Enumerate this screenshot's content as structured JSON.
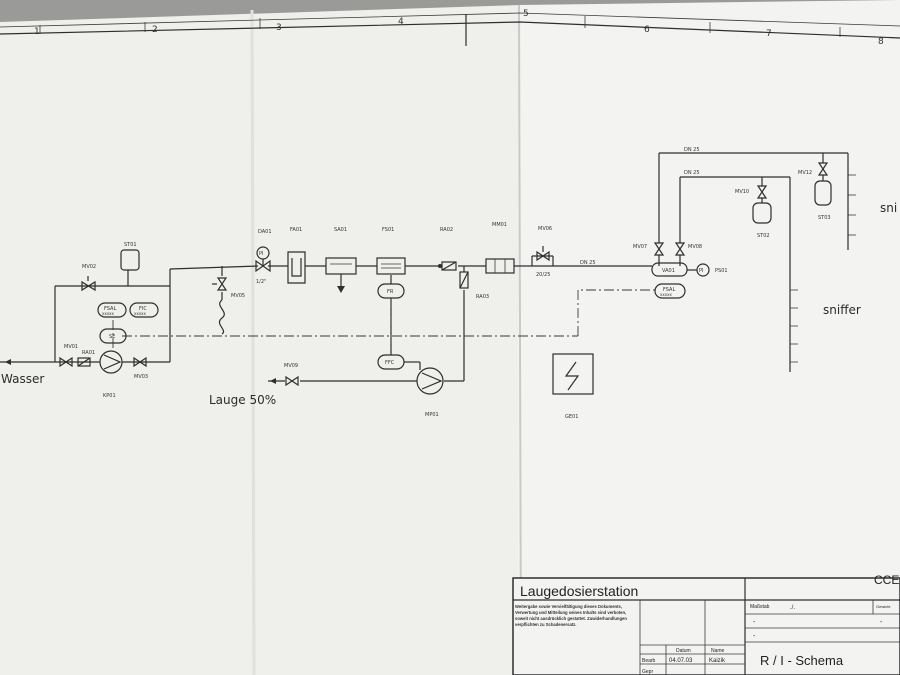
{
  "grid": {
    "columns": [
      "1",
      "2",
      "3",
      "4",
      "5",
      "6",
      "7",
      "8"
    ]
  },
  "medium_labels": {
    "water": "Wasser",
    "lye": "Lauge 50%",
    "sniffer": "sniffer",
    "sniffer_cut": "sni"
  },
  "tags": {
    "ST01": "ST01",
    "MV02": "MV02",
    "FSAL_left": "FSAL",
    "FIC": "FIC",
    "SE": "SE",
    "MV01": "MV01",
    "RA01": "RA01",
    "KP01": "KP01",
    "MV03": "MV03",
    "DA01": "DA01",
    "PI_left": "PI",
    "size_half": "1/2\"",
    "MV05": "MV05",
    "FA01": "FA01",
    "SA01": "SA01",
    "FS01": "FS01",
    "FR": "FR",
    "FFC": "FFC",
    "MV09": "MV09",
    "MP01": "MP01",
    "RA02": "RA02",
    "RA03": "RA03",
    "MM01": "MM01",
    "MV06": "MV06",
    "size_2025": "20/25",
    "DN25_main": "DN 25",
    "DN25_top": "DN 25",
    "DN25_mid": "DN 25",
    "MV07": "MV07",
    "MV08": "MV08",
    "VA01": "VA01",
    "PI_right": "PI",
    "PS01": "PS01",
    "FSAL_right": "FSAL",
    "GE01": "GE01",
    "MV10": "MV10",
    "ST02": "ST02",
    "MV12": "MV12",
    "ST03": "ST03",
    "placeholder_x": "xxxxx"
  },
  "title_block": {
    "title": "Laugedosierstation",
    "company": "CCEA",
    "notice": "Weitergabe sowie Vervielfältigung dieses Dokuments, Verwertung und Mitteilung seines Inhalts sind verboten, soweit nicht ausdrücklich gestattet. Zuwiderhandlungen verpflichten zu Schadenersatz.",
    "scale_label": "Maßstab",
    "scale_value": "./.",
    "weight_label": "Gewicht",
    "col_datum": "Datum",
    "col_name": "Name",
    "row_bearb": "Bearb",
    "row_gepr": "Gepr",
    "bearb_date": "04.07.03",
    "bearb_name": "Kaizik",
    "drawing_type": "R / I - Schema",
    "dash_marks": [
      "-",
      "-",
      "-"
    ]
  },
  "colors": {
    "paper": "#f1f1ef",
    "paper_right": "#f3f3f1",
    "line": "#2e2e2e",
    "background": "#9a9a98"
  }
}
